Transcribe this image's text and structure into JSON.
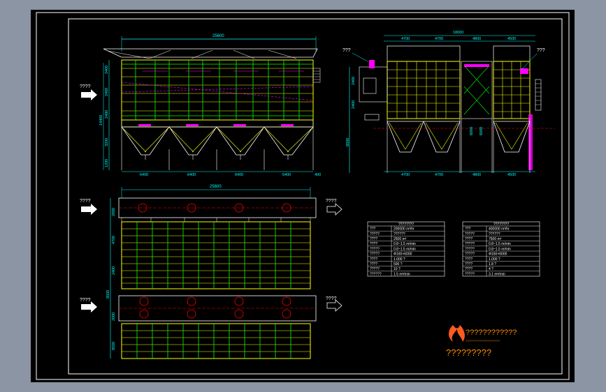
{
  "colors": {
    "outer_bg": "#8b95a3",
    "sheet_bg": "#000000",
    "frame": "#ffffff",
    "yellow": "#ffff00",
    "green": "#00ff00",
    "cyan": "#00ffff",
    "magenta": "#ff00ff",
    "red": "#ff0000",
    "white": "#ffffff",
    "orange": "#ff8c00"
  },
  "top_view": {
    "overall_width": "25600",
    "heights": [
      "2400",
      "2400",
      "2400",
      "3200",
      "1200"
    ],
    "total_height": "14400",
    "bay_widths": [
      "6400",
      "6400",
      "6400",
      "6400"
    ],
    "right_dim": "400",
    "inlet_label": "????"
  },
  "side_view": {
    "overall_width": "18000",
    "top_bays": [
      "4700",
      "4700",
      "4800",
      "4500"
    ],
    "bottom_bays": [
      "4700",
      "4700",
      "4800",
      "4500"
    ],
    "left_dims": [
      "2400",
      "2400",
      "8500"
    ],
    "mid_dims": [
      "6000",
      "6000"
    ],
    "callout_left": "???",
    "callout_right": "???"
  },
  "plan_view": {
    "overall_width": "25600",
    "left_dims": [
      "2000",
      "4700",
      "2400",
      "8500",
      "2000",
      "8500"
    ],
    "labels_in": [
      "????",
      "????"
    ],
    "labels_out": [
      "????",
      "????"
    ]
  },
  "table_left": {
    "title": "????????",
    "rows": [
      [
        "???",
        "200000 m³/hr"
      ],
      [
        "?????",
        "??????"
      ],
      [
        "????",
        "2500 m²"
      ],
      [
        "????",
        "0.8~1.5 m/min"
      ],
      [
        "?????",
        "0.8~1.5 m/min"
      ],
      [
        "?????",
        "Φ160×6000"
      ],
      [
        "????",
        "1.000 ?"
      ],
      [
        "????",
        "500 ?"
      ],
      [
        "?????",
        "10 ?"
      ],
      [
        "??????",
        "1.5 m³/min"
      ]
    ]
  },
  "table_right": {
    "title": "????????",
    "rows": [
      [
        "???",
        "400000 m³/hr"
      ],
      [
        "?????",
        "??????"
      ],
      [
        "????",
        "7500 m²"
      ],
      [
        "?????",
        "0.8~1.5 m/min"
      ],
      [
        "?????",
        "0.8~1.5 m/min"
      ],
      [
        "?????",
        "Φ160×6000"
      ],
      [
        "????",
        "1.000 ?"
      ],
      [
        "????",
        "1.8 ?"
      ],
      [
        "????",
        "4 ?"
      ],
      [
        "?????",
        "3.1 m³/min"
      ]
    ]
  },
  "logo": {
    "icon": "flame-logo-icon",
    "company": "????????????",
    "subtitle": "??????????????????????",
    "title": "?????????"
  }
}
